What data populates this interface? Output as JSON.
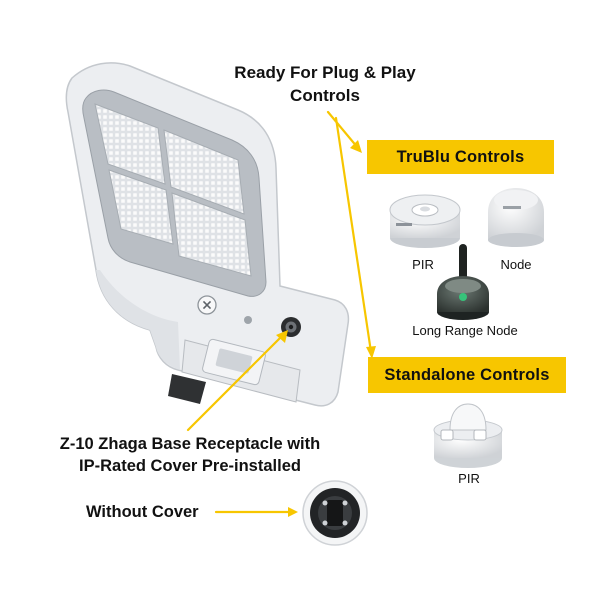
{
  "top_callout": {
    "line1": "Ready For Plug & Play",
    "line2": "Controls"
  },
  "trublu": {
    "title": "TruBlu Controls",
    "items": [
      {
        "label": "PIR"
      },
      {
        "label": "Node"
      },
      {
        "label": "Long Range Node"
      }
    ]
  },
  "standalone": {
    "title": "Standalone Controls",
    "items": [
      {
        "label": "PIR"
      }
    ]
  },
  "receptacle_callout": {
    "line1": "Z-10 Zhaga Base Receptacle with",
    "line2": "IP-Rated Cover Pre-installed"
  },
  "without_cover_callout": {
    "text": "Without Cover"
  },
  "colors": {
    "accent": "#f7c600",
    "text": "#111111",
    "device_body": "#f1f2f4"
  }
}
